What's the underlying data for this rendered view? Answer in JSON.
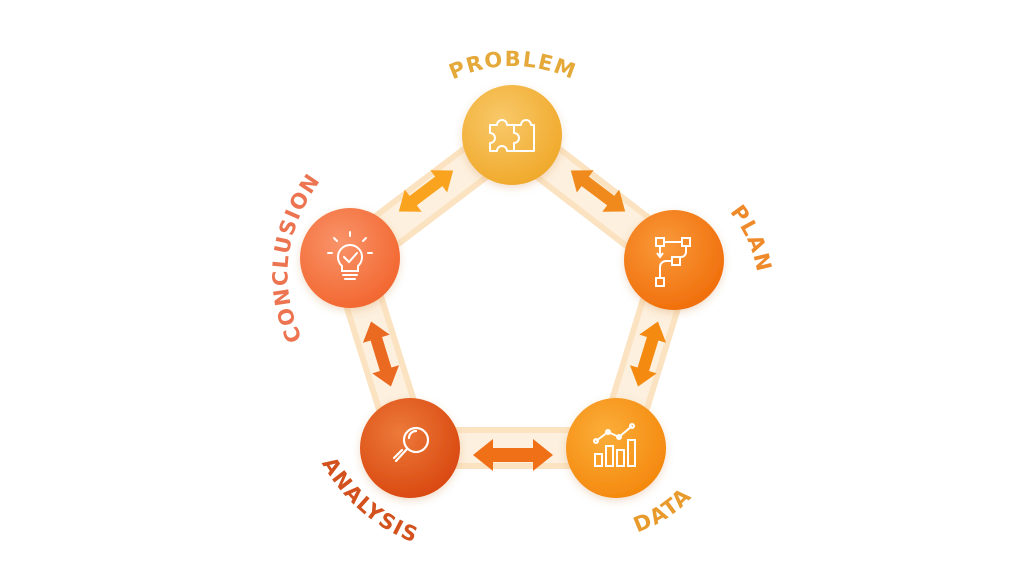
{
  "cycle": {
    "stages": [
      {
        "id": "problem",
        "label": "PROBLEM",
        "icon": "puzzle-icon",
        "color": "#f2b233",
        "label_color": "#e5a93a"
      },
      {
        "id": "plan",
        "label": "PLAN",
        "icon": "flowchart-icon",
        "color": "#f37d12",
        "label_color": "#ee8a2a"
      },
      {
        "id": "data",
        "label": "DATA",
        "icon": "bar-chart-icon",
        "color": "#f7920f",
        "label_color": "#e89b2c"
      },
      {
        "id": "analysis",
        "label": "ANALYSIS",
        "icon": "magnifier-icon",
        "color": "#e2561a",
        "label_color": "#d2511d"
      },
      {
        "id": "conclusion",
        "label": "CONCLUSION",
        "icon": "lightbulb-icon",
        "color": "#f4703c",
        "label_color": "#ec7450"
      }
    ],
    "band_color": "#fde9cf",
    "arrow_colors": [
      "#f9a31f",
      "#f08a1c",
      "#f58a10",
      "#f07018",
      "#ea6a22"
    ]
  }
}
